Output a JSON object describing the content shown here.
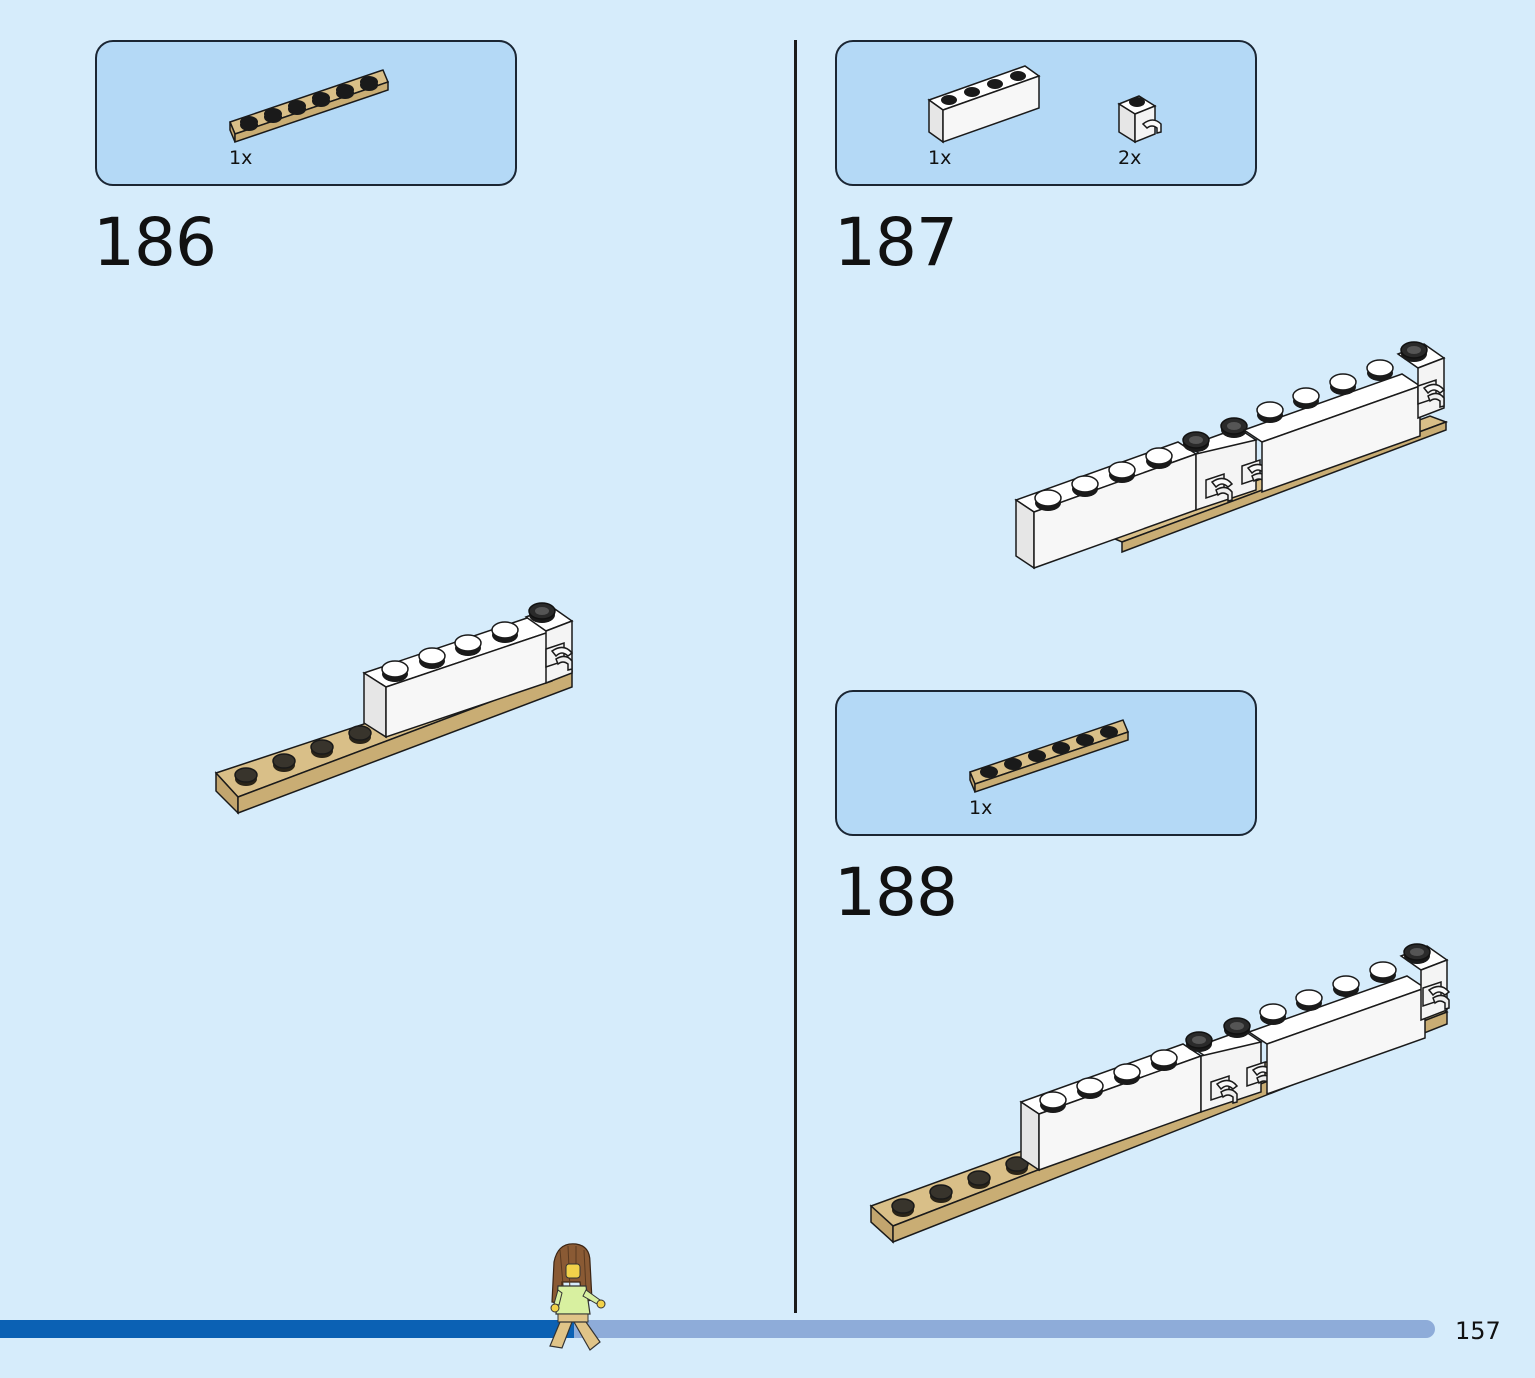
{
  "page_number": "157",
  "progress": 0.4,
  "steps": [
    {
      "number": "186",
      "parts": [
        {
          "qty": "1x",
          "part": "tan-plate-1x6"
        }
      ]
    },
    {
      "number": "187",
      "parts": [
        {
          "qty": "1x",
          "part": "white-brick-1x4"
        },
        {
          "qty": "2x",
          "part": "white-brick-with-clip"
        }
      ]
    },
    {
      "number": "188",
      "parts": [
        {
          "qty": "1x",
          "part": "tan-plate-1x6"
        }
      ]
    }
  ],
  "colors": {
    "page_background": "#d6ecfb",
    "callout_background": "#b4d9f6",
    "tan": "#d9bf88",
    "progress_done": "#0b61b4",
    "progress_remaining": "#8eacd9"
  }
}
